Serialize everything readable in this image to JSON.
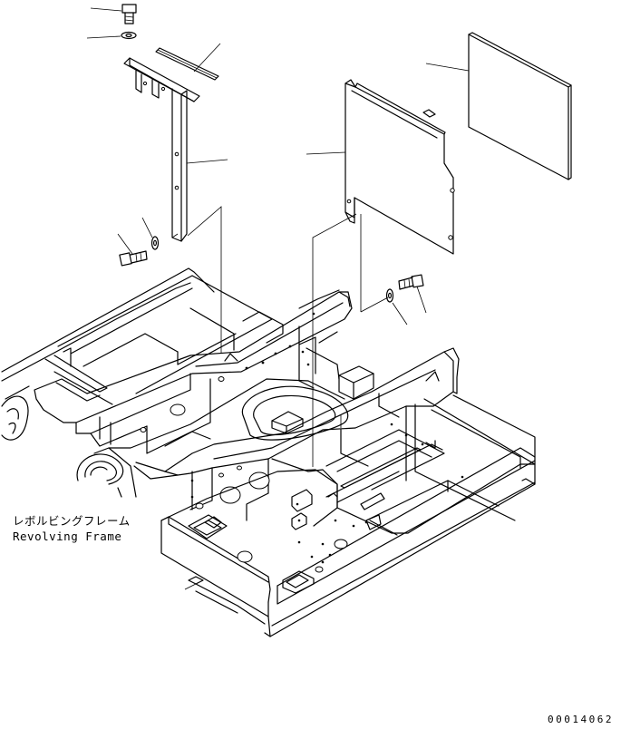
{
  "labels": {
    "frame_jp": "レボルビングフレーム",
    "frame_en": "Revolving Frame"
  },
  "drawing_code": "00014062"
}
